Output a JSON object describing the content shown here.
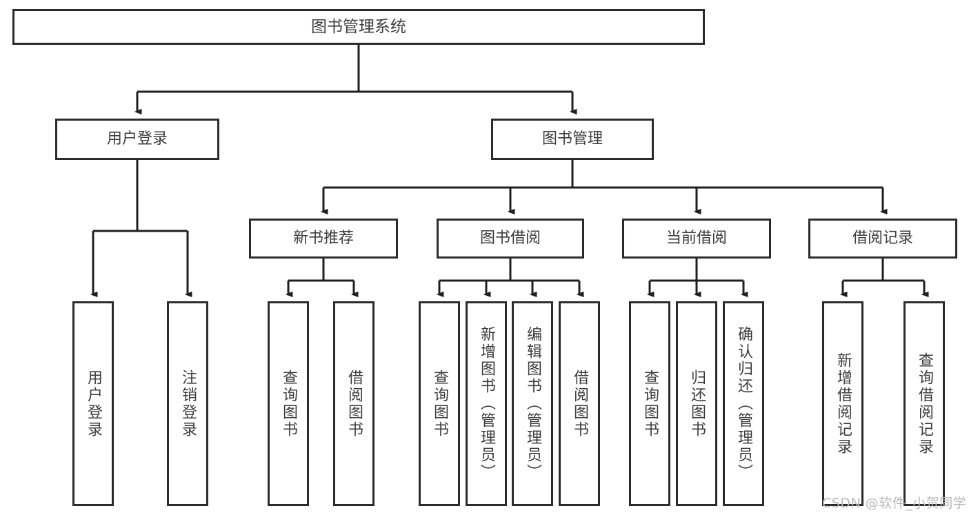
{
  "diagram": {
    "title": "图书管理系统",
    "type": "tree-hierarchy",
    "colors": {
      "box_border": "#2b2b2b",
      "box_fill": "#ffffff",
      "connector": "#1f1f1f",
      "text": "#3d3d3d",
      "background": "#ffffff",
      "watermark": "#b9b9b9"
    },
    "root": {
      "label": "图书管理系统"
    },
    "level2": [
      {
        "label": "用户登录"
      },
      {
        "label": "图书管理"
      }
    ],
    "level3": [
      {
        "label": "新书推荐"
      },
      {
        "label": "图书借阅"
      },
      {
        "label": "当前借阅"
      },
      {
        "label": "借阅记录"
      }
    ],
    "leaves": {
      "user_login": [
        {
          "label": "用户登录"
        },
        {
          "label": "注销登录"
        }
      ],
      "new_book_recommend": [
        {
          "label": "查询图书"
        },
        {
          "label": "借阅图书"
        }
      ],
      "book_borrow": [
        {
          "label": "查询图书"
        },
        {
          "label": "新增图书（管理员）"
        },
        {
          "label": "编辑图书（管理员）"
        },
        {
          "label": "借阅图书"
        }
      ],
      "current_borrow": [
        {
          "label": "查询图书"
        },
        {
          "label": "归还图书"
        },
        {
          "label": "确认归还（管理员）"
        }
      ],
      "borrow_record": [
        {
          "label": "新增借阅记录"
        },
        {
          "label": "查询借阅记录"
        }
      ]
    }
  },
  "watermark": {
    "text": "CSDN @软件_小贺同学"
  }
}
